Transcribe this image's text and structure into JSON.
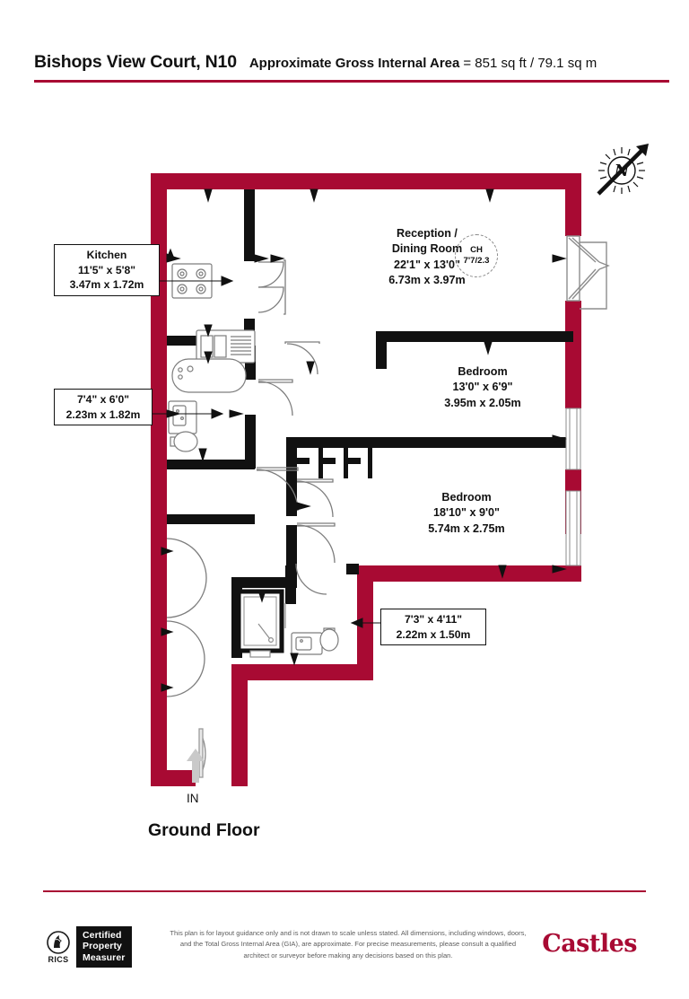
{
  "header": {
    "title": "Bishops View Court, N10",
    "area_label": "Approximate Gross Internal Area",
    "area_value": "= 851 sq ft / 79.1 sq m",
    "accent_color": "#A80A33"
  },
  "plan": {
    "floor_label": "Ground Floor",
    "entrance_label": "IN",
    "compass_letter": "N",
    "ceiling_height": {
      "label": "CH",
      "value": "7'7/2.3"
    },
    "wall_color": "#A80A33",
    "interior_wall_color": "#111111",
    "rooms": [
      {
        "name": "kitchen",
        "label": "Kitchen",
        "imperial": "11'5\" x 5'8\"",
        "metric": "3.47m x 1.72m"
      },
      {
        "name": "reception-dining-room",
        "label": "Reception /",
        "label2": "Dining Room",
        "imperial": "22'1\" x 13'0\"",
        "metric": "6.73m x 3.97m"
      },
      {
        "name": "bathroom",
        "label": "",
        "imperial": "7'4\" x 6'0\"",
        "metric": "2.23m x 1.82m"
      },
      {
        "name": "bedroom-one",
        "label": "Bedroom",
        "imperial": "13'0\" x 6'9\"",
        "metric": "3.95m x 2.05m"
      },
      {
        "name": "bedroom-two",
        "label": "Bedroom",
        "imperial": "18'10\" x 9'0\"",
        "metric": "5.74m x 2.75m"
      },
      {
        "name": "en-suite",
        "label": "",
        "imperial": "7'3\" x 4'11\"",
        "metric": "2.22m x 1.50m"
      }
    ]
  },
  "footer": {
    "rics_text": "RICS",
    "certified_line1": "Certified",
    "certified_line2": "Property",
    "certified_line3": "Measurer",
    "disclaimer": "This plan is for layout guidance only and is not drawn to scale unless stated. All dimensions, including windows, doors, and the Total Gross Internal Area (GIA), are approximate. For precise measurements, please consult a qualified architect or surveyor before making any decisions based on this plan.",
    "brand": "Castles"
  }
}
